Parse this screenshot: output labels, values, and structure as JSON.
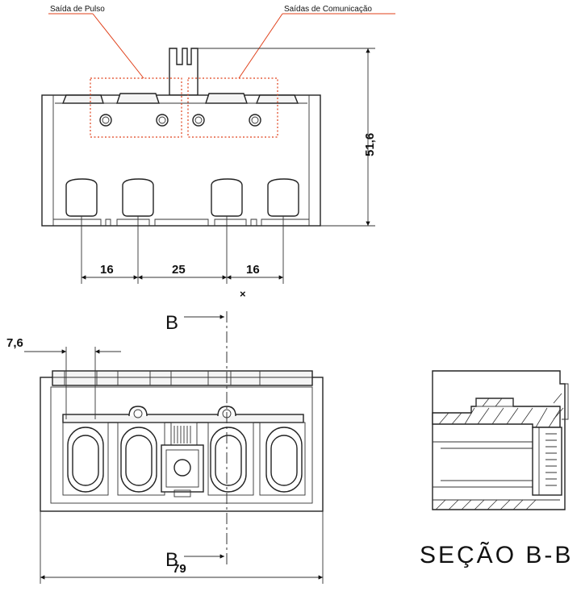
{
  "labels": {
    "pulse_output": "Saída de Pulso",
    "comm_outputs": "Saídas de Comunicação",
    "section_marker": "B",
    "section_title": "SEÇÃO B-B",
    "center_mark": "×"
  },
  "dimensions": {
    "height": "51,6",
    "spacing_left": "16",
    "spacing_middle": "25",
    "spacing_right": "16",
    "width": "79",
    "offset": "7,6"
  },
  "colors": {
    "callout": "#e0401a",
    "line": "#222222"
  }
}
